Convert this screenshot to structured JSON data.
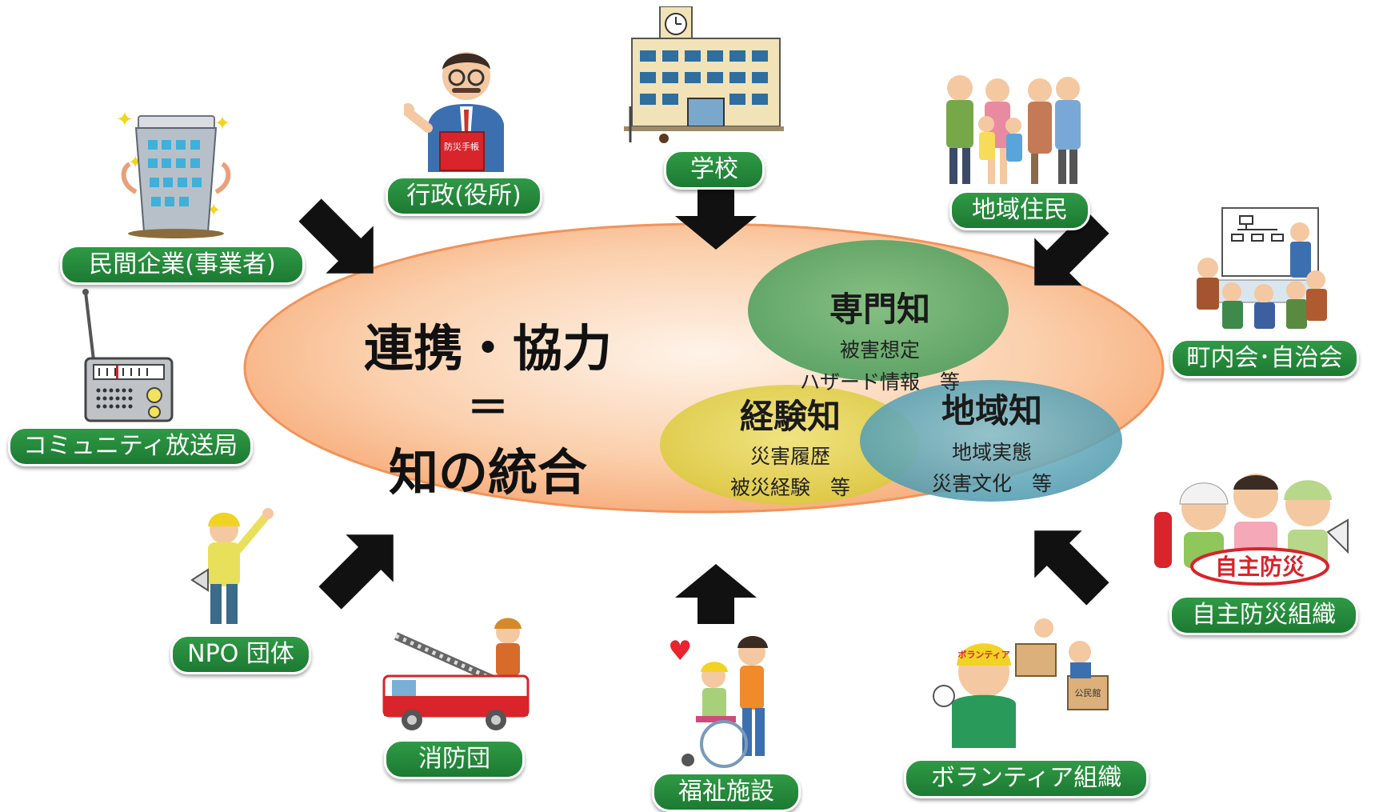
{
  "center": {
    "line1": "連携・協力",
    "line2": "＝",
    "line3": "知の統合"
  },
  "knowledge": {
    "expert": {
      "title": "専門知",
      "line1": "被害想定",
      "line2": "ハザード情報　等"
    },
    "experience": {
      "title": "経験知",
      "line1": "災害履歴",
      "line2": "被災経験　等"
    },
    "local": {
      "title": "地域知",
      "line1": "地域実態",
      "line2": "災害文化　等"
    }
  },
  "actors": {
    "private_company": "民間企業(事業者)",
    "administration": "行政(役所)",
    "school": "学校",
    "residents": "地域住民",
    "neighborhood": "町内会･自治会",
    "community_radio": "コミュニティ放送局",
    "npo": "NPO 団体",
    "fire_corps": "消防団",
    "welfare": "福祉施設",
    "volunteer": "ボランティア組織",
    "self_defense": "自主防災組織"
  },
  "illustration_text": {
    "handbook": "防災手帳",
    "self_defense_badge": "自主防災",
    "volunteer_helmet": "ボランティア",
    "box_label": "公民館"
  },
  "colors": {
    "pill_green": "#1e7d35",
    "ellipse_fill": "#f9b98a",
    "expert_circle": "#5fa96a",
    "experience_circle": "#e6d94a",
    "local_circle": "#5aa4b6",
    "arrow": "#111111"
  }
}
